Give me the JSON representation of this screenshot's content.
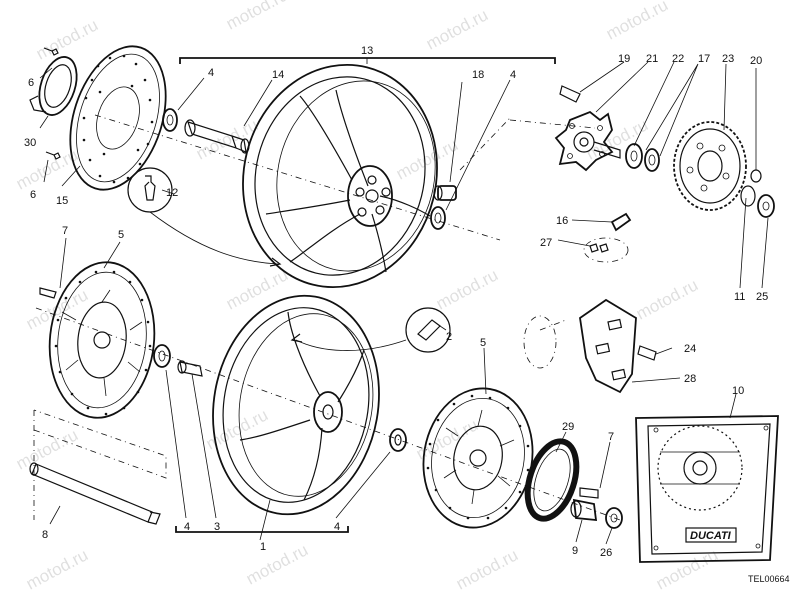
{
  "watermark": "motod.ru",
  "reference_code": "TEL00664",
  "cover_logo": "DUCATI",
  "callouts": [
    {
      "id": "c6a",
      "text": "6"
    },
    {
      "id": "c30",
      "text": "30"
    },
    {
      "id": "c6b",
      "text": "6"
    },
    {
      "id": "c15",
      "text": "15"
    },
    {
      "id": "c4a",
      "text": "4"
    },
    {
      "id": "c14",
      "text": "14"
    },
    {
      "id": "c13",
      "text": "13"
    },
    {
      "id": "c18",
      "text": "18"
    },
    {
      "id": "c4b",
      "text": "4"
    },
    {
      "id": "c12",
      "text": "12"
    },
    {
      "id": "c19",
      "text": "19"
    },
    {
      "id": "c21",
      "text": "21"
    },
    {
      "id": "c22",
      "text": "22"
    },
    {
      "id": "c17",
      "text": "17"
    },
    {
      "id": "c23",
      "text": "23"
    },
    {
      "id": "c20",
      "text": "20"
    },
    {
      "id": "c16",
      "text": "16"
    },
    {
      "id": "c27",
      "text": "27"
    },
    {
      "id": "c11",
      "text": "11"
    },
    {
      "id": "c25",
      "text": "25"
    },
    {
      "id": "c7a",
      "text": "7"
    },
    {
      "id": "c5a",
      "text": "5"
    },
    {
      "id": "c2",
      "text": "2"
    },
    {
      "id": "c5b",
      "text": "5"
    },
    {
      "id": "c24",
      "text": "24"
    },
    {
      "id": "c28",
      "text": "28"
    },
    {
      "id": "c10",
      "text": "10"
    },
    {
      "id": "c29",
      "text": "29"
    },
    {
      "id": "c7b",
      "text": "7"
    },
    {
      "id": "c4c",
      "text": "4"
    },
    {
      "id": "c3",
      "text": "3"
    },
    {
      "id": "c1",
      "text": "1"
    },
    {
      "id": "c4d",
      "text": "4"
    },
    {
      "id": "c8",
      "text": "8"
    },
    {
      "id": "c9",
      "text": "9"
    },
    {
      "id": "c26",
      "text": "26"
    }
  ]
}
